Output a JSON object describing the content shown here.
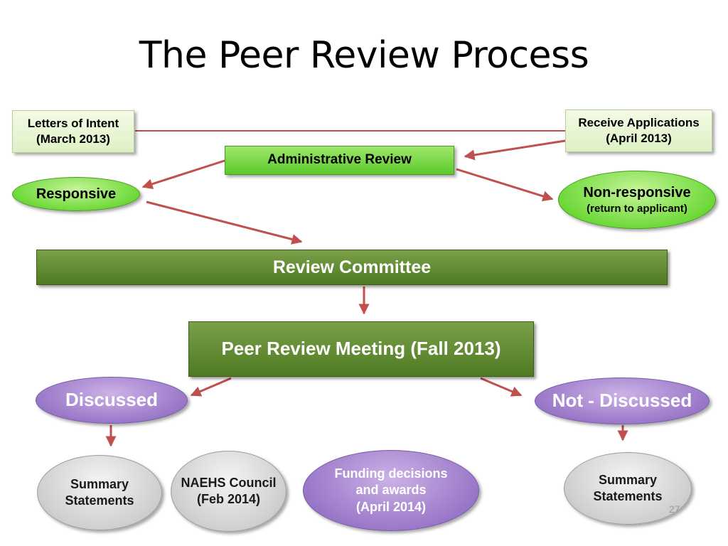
{
  "slide": {
    "title": "The Peer Review Process",
    "page_number": "27"
  },
  "nodes": {
    "letters_of_intent": {
      "line1": "Letters of Intent",
      "line2": "(March 2013)"
    },
    "receive_applications": {
      "line1": "Receive Applications",
      "line2": "(April 2013)"
    },
    "administrative_review": {
      "label": "Administrative Review"
    },
    "responsive": {
      "label": "Responsive"
    },
    "non_responsive": {
      "line1": "Non-responsive",
      "line2": "(return to applicant)"
    },
    "review_committee": {
      "label": "Review Committee"
    },
    "peer_review_meeting": {
      "label": "Peer Review Meeting (Fall 2013)"
    },
    "discussed": {
      "label": "Discussed"
    },
    "not_discussed": {
      "label": "Not - Discussed"
    },
    "summary_statements_left": {
      "line1": "Summary",
      "line2": "Statements"
    },
    "naehs_council": {
      "line1": "NAEHS Council",
      "line2": "(Feb 2014)"
    },
    "funding_decisions": {
      "line1": "Funding decisions",
      "line2": "and awards",
      "line3": "(April 2014)"
    },
    "summary_statements_right": {
      "line1": "Summary",
      "line2": "Statements"
    }
  },
  "colors": {
    "arrow": "#c0504d",
    "light_green_box": "#e6f4d2",
    "green": "#66cc33",
    "olive_bar": "#5f8a30",
    "purple": "#9a78c8",
    "gray": "#cfcfcf"
  }
}
